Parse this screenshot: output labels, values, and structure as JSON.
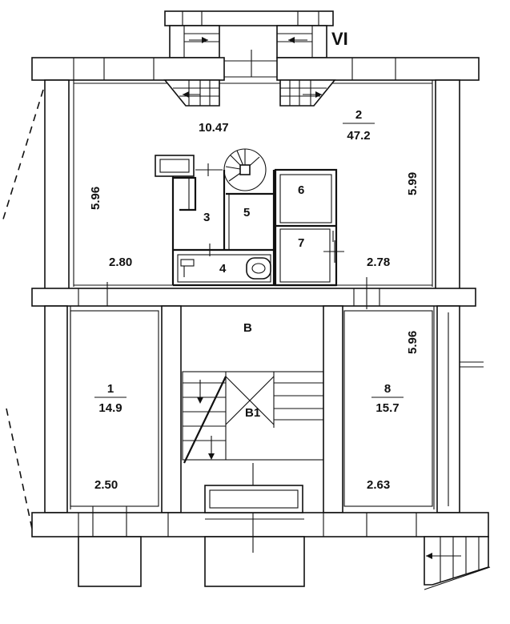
{
  "section_mark": "VI",
  "upper_floor": {
    "hall_area": "10.47",
    "room_2": {
      "number": "2",
      "area": "47.2"
    },
    "dims": {
      "left_height": "5.96",
      "right_height": "5.99",
      "left_width": "2.80",
      "right_width": "2.78"
    },
    "rooms": {
      "r3": "3",
      "r4": "4",
      "r5": "5",
      "r6": "6",
      "r7": "7"
    }
  },
  "lower_floor": {
    "corridor": "B",
    "stair": "B1",
    "room_1": {
      "number": "1",
      "area": "14.9",
      "width": "2.50"
    },
    "room_8": {
      "number": "8",
      "area": "15.7",
      "width": "2.63"
    },
    "right_height": "5.96"
  }
}
